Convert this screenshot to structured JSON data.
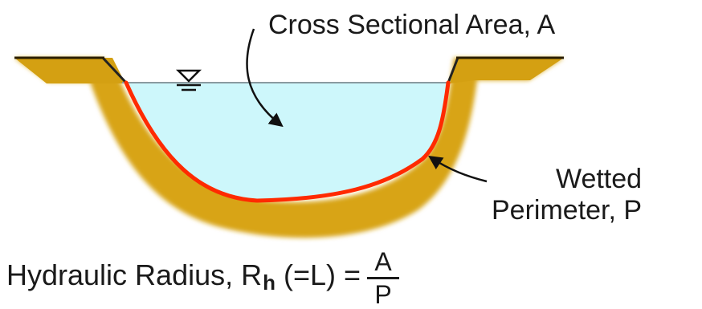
{
  "diagram": {
    "area_label": "Cross Sectional Area, A",
    "wetted_label_line1": "Wetted",
    "wetted_label_line2": "Perimeter, P",
    "water_surface_symbol": "∇",
    "formula": {
      "prefix": "Hydraulic Radius, R",
      "subscript": "h",
      "middle": "(=L) =",
      "numerator": "A",
      "denominator": "P"
    },
    "colors": {
      "soil": "#d8a414",
      "soil_edge": "#b27c05",
      "water": "#cdf7fb",
      "water_surface": "#8a9aa0",
      "wetted_perimeter": "#ff2a00",
      "text": "#1a1a1a"
    }
  }
}
